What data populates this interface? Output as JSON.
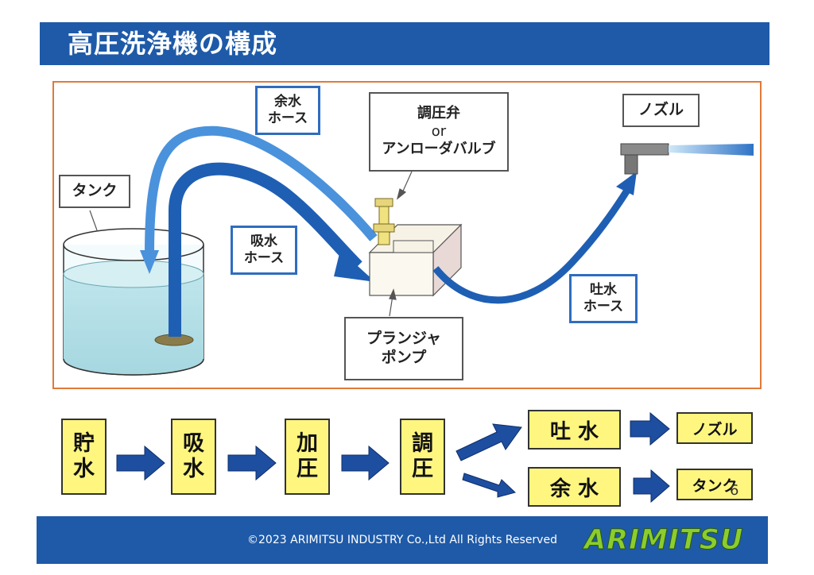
{
  "header": {
    "title": "高圧洗浄機の構成"
  },
  "labels": {
    "tank": "タンク",
    "return_hose": [
      "余水",
      "ホース"
    ],
    "suction_hose": [
      "吸水",
      "ホース"
    ],
    "regulator": {
      "line1": "調圧弁",
      "line2": "or",
      "line3": "アンローダバルブ"
    },
    "nozzle": "ノズル",
    "discharge_hose": [
      "吐水",
      "ホース"
    ],
    "pump": [
      "プランジャ",
      "ポンプ"
    ]
  },
  "flow": {
    "steps": [
      [
        "貯",
        "水"
      ],
      [
        "吸",
        "水"
      ],
      [
        "加",
        "圧"
      ],
      [
        "調",
        "圧"
      ]
    ],
    "discharge": "吐 水",
    "surplus": "余 水",
    "nozzle": "ノズル",
    "tank": "タンク"
  },
  "footer": {
    "copyright": "©2023 ARIMITSU INDUSTRY Co.,Ltd All Rights Reserved",
    "logo": "ARIMITSU",
    "page": "6"
  },
  "colors": {
    "header": "#1e5aa8",
    "hose": "#2f73c6",
    "flow_box": "#fff680",
    "frame": "#e07a3a",
    "logo": "#8ccd2e"
  }
}
